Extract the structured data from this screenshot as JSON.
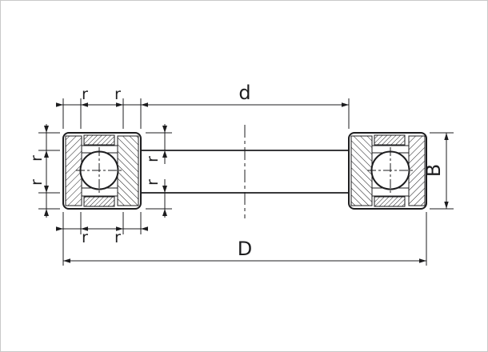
{
  "drawing": {
    "colors": {
      "ink": "#1d1d1f",
      "background": "#ffffff"
    },
    "dim_labels": {
      "top_chamfer_outer": "r",
      "top_chamfer_inner": "r",
      "bore_diameter": "d",
      "left_chamfer_top": "r",
      "left_chamfer_bottom": "r",
      "bore_chamfer_top": "r",
      "bore_chamfer_bottom": "r",
      "width": "B",
      "bottom_chamfer_outer": "r",
      "bottom_chamfer_inner": "r",
      "outer_diameter": "D"
    }
  }
}
